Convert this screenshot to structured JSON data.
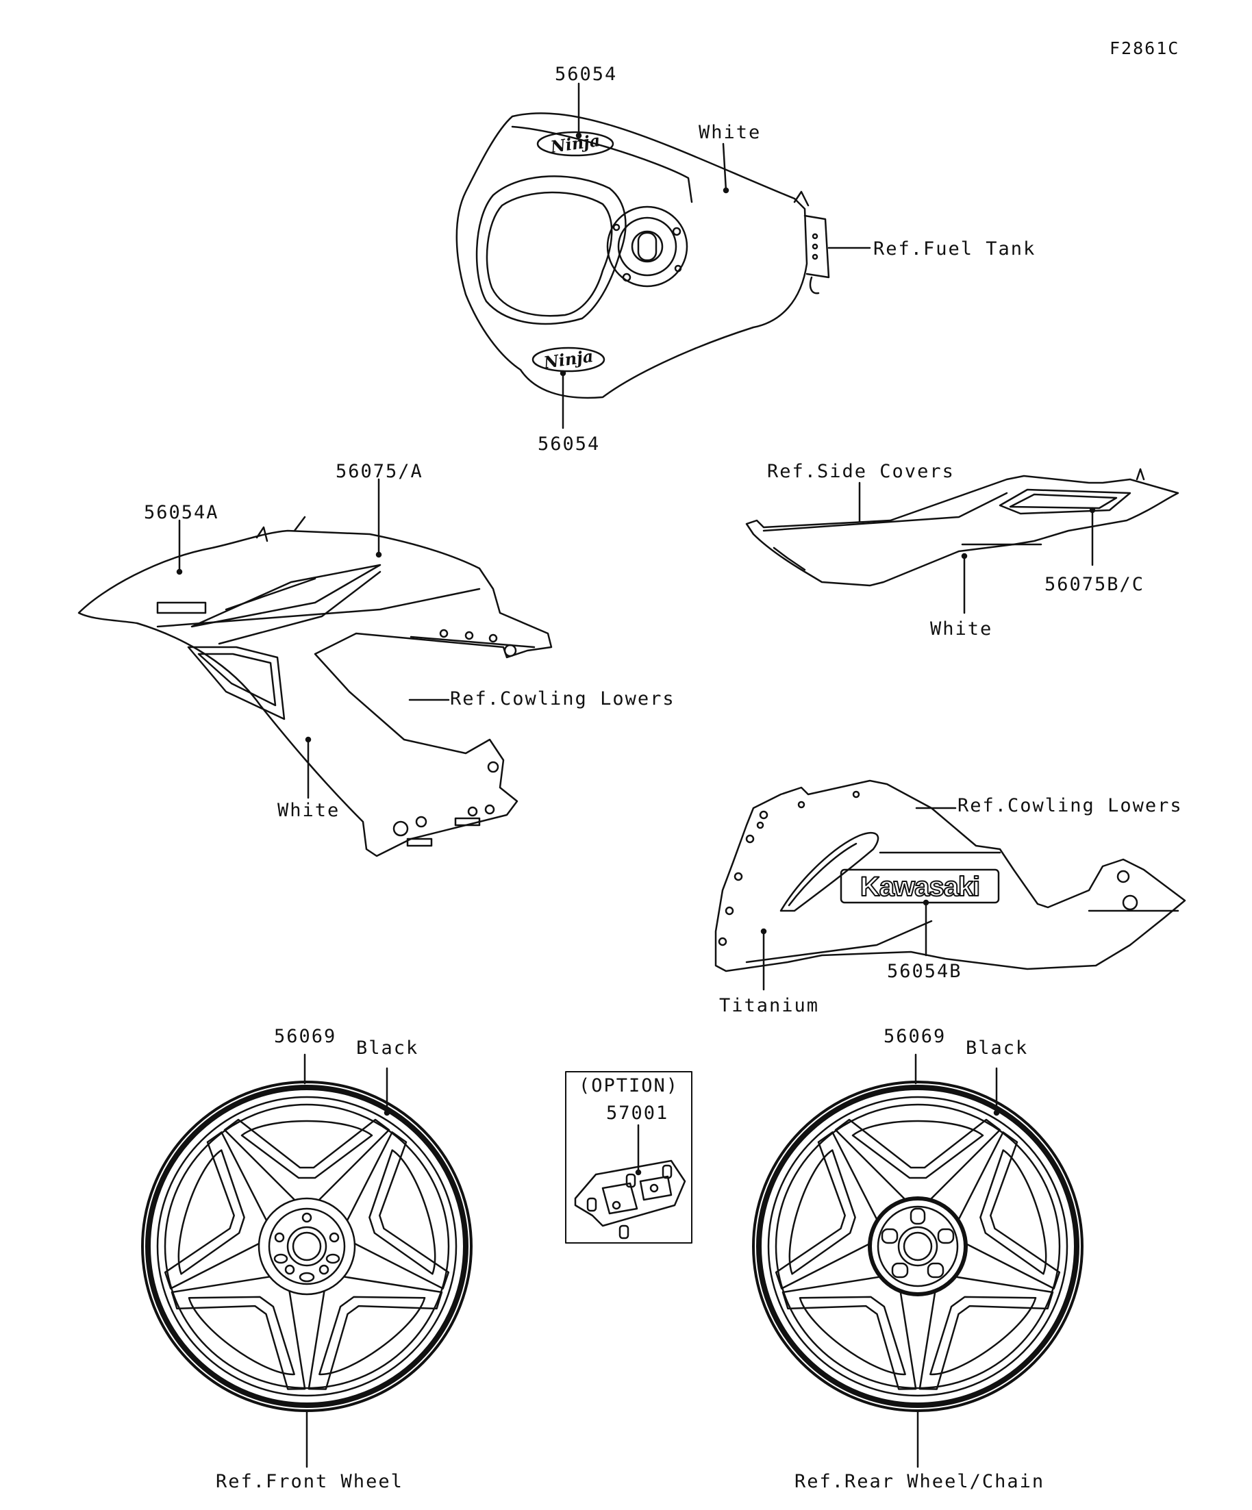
{
  "figure_id": "F2861C",
  "callouts": {
    "tank_top_part": "56054",
    "tank_bottom_part": "56054",
    "tank_color": "White",
    "tank_ref": "Ref.Fuel Tank",
    "cowl_upper_left_part": "56054A",
    "cowl_upper_center_part": "56075/A",
    "cowl_upper_ref": "Ref.Cowling Lowers",
    "cowl_upper_color": "White",
    "side_cover_ref": "Ref.Side Covers",
    "side_cover_part": "56075B/C",
    "side_cover_color": "White",
    "lower_cowl_ref": "Ref.Cowling Lowers",
    "lower_cowl_part": "56054B",
    "lower_cowl_color": "Titanium",
    "lower_cowl_logo": "Kawasaki",
    "tank_logo": "Ninja",
    "front_wheel_part": "56069",
    "front_wheel_color": "Black",
    "front_wheel_ref": "Ref.Front Wheel",
    "rear_wheel_part": "56069",
    "rear_wheel_color": "Black",
    "rear_wheel_ref": "Ref.Rear Wheel/Chain",
    "option_heading": "(OPTION)",
    "option_part": "57001"
  }
}
